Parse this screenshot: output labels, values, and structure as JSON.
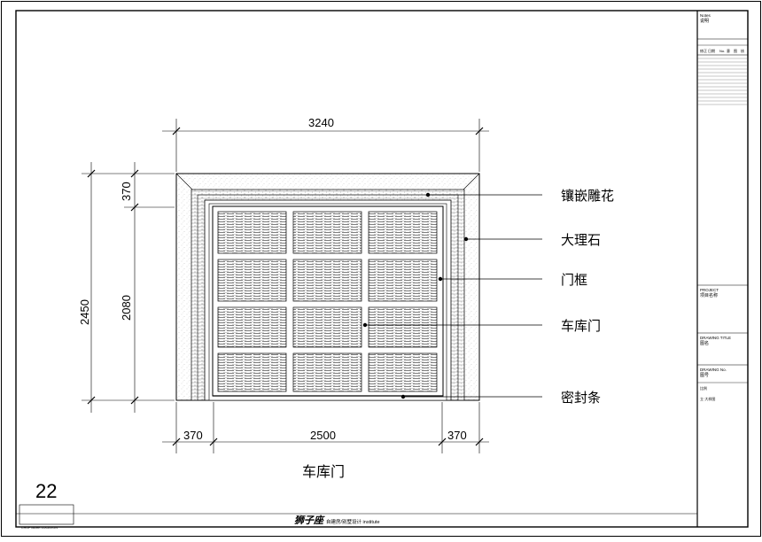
{
  "dimensions": {
    "overall_width": "3240",
    "overall_height": "2450",
    "top_band": "370",
    "door_height": "2080",
    "left_side": "370",
    "door_width": "2500",
    "right_side": "370"
  },
  "callouts": [
    "镶嵌雕花",
    "大理石",
    "门框",
    "车库门",
    "密封条"
  ],
  "drawing": {
    "caption": "车库门",
    "sheet_number": "22",
    "small_label": "CHOP MARK LOCATION"
  },
  "footer": {
    "brand": "狮子座",
    "subtitle": "自建房/别墅设计 institute"
  },
  "title_block": {
    "notes_en": "Notes",
    "notes_cn": "说明",
    "rev_headers": [
      "修正",
      "日期",
      "No.",
      "意",
      "图",
      "核"
    ],
    "project_en": "PROJECT",
    "project_cn": "项目名称",
    "drawing_title_en": "DRAWING TITLE",
    "drawing_title_cn": "图名",
    "drawing_no_en": "DRAWING No.",
    "drawing_no_cn": "图号",
    "scale_label": "比例",
    "scale_value": "立·大样图"
  },
  "colors": {
    "line": "#000000",
    "hatch": "#555555",
    "panel_fill": "#ffffff"
  }
}
